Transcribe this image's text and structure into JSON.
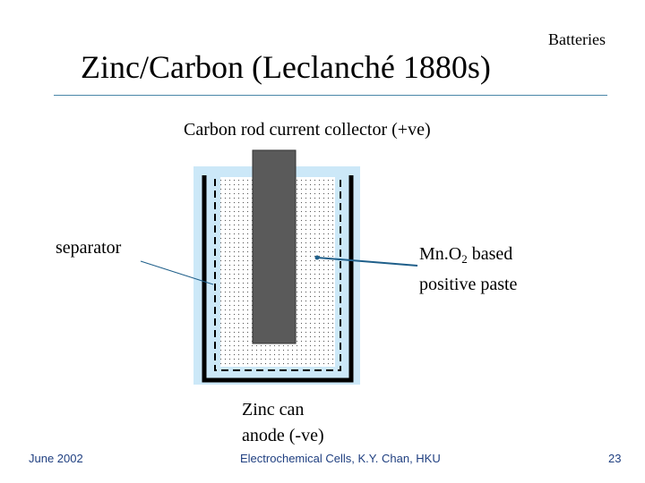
{
  "header": {
    "topic": "Batteries",
    "title": "Zinc/Carbon (Leclanché 1880s)"
  },
  "diagram": {
    "labels": {
      "rod": "Carbon rod current collector (+ve)",
      "separator": "separator",
      "paste_prefix": "Mn.O",
      "paste_subscript": "2",
      "paste_suffix": " based",
      "paste_line2": "positive paste",
      "can_line1": "Zinc can",
      "can_line2": "anode (-ve)"
    },
    "colors": {
      "outer_fill": "#cce8f8",
      "zinc_can": "#000000",
      "carbon_rod": "#5a5a5a",
      "leader_line": "#1f5f8a"
    }
  },
  "footer": {
    "date": "June 2002",
    "center": "Electrochemical Cells,   K.Y. Chan,   HKU",
    "page": "23"
  }
}
